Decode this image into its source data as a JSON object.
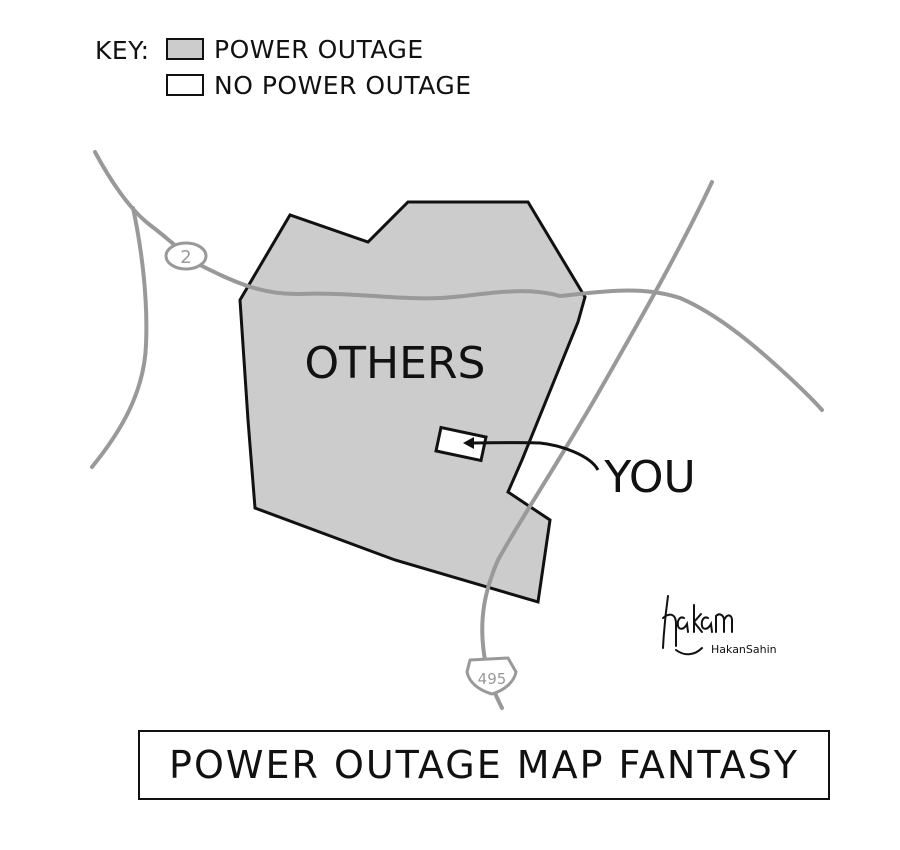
{
  "key": {
    "heading": "KEY:",
    "items": [
      {
        "label": "POWER OUTAGE",
        "fill": "#cccccc"
      },
      {
        "label": "NO POWER OUTAGE",
        "fill": "#ffffff"
      }
    ]
  },
  "map": {
    "region_labels": {
      "others": "OTHERS",
      "you": "YOU"
    },
    "highways": [
      {
        "name": "2",
        "shield": "route-2-oval-shield"
      },
      {
        "name": "495",
        "shield": "interstate-495-shield"
      }
    ],
    "colors": {
      "outage": "#cccccc",
      "no_outage": "#ffffff",
      "road": "#999999",
      "ink": "#111111"
    }
  },
  "signature": {
    "name": "HakanSahin",
    "handwritten": "hakan"
  },
  "caption": "POWER OUTAGE MAP FANTASY"
}
